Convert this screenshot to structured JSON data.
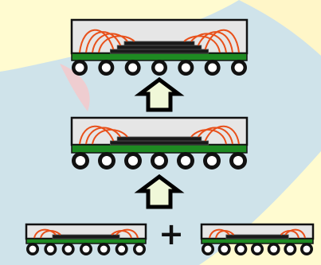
{
  "diagram": {
    "operator_symbol": "+",
    "colors": {
      "mold": "#e6e6e6",
      "substrate": "#1e8a22",
      "die": "#1a1a1a",
      "wire": "#e8501a",
      "ball_fill": "#ffffff",
      "ball_stroke": "#111111",
      "arrow_fill": "#f0f8d8",
      "background_blue": "#cfe3ea",
      "background_yellow": "#fffbd0",
      "background_pink": "#f6c7c9"
    },
    "packages": [
      {
        "name": "top-package",
        "die_layers": 3,
        "solder_balls": 7
      },
      {
        "name": "middle-package",
        "die_layers": 2,
        "solder_balls": 7
      },
      {
        "name": "bottom-left-package",
        "die_layers": 1,
        "solder_balls": 7
      },
      {
        "name": "bottom-right-package",
        "die_layers": 1,
        "solder_balls": 7
      }
    ],
    "arrows": [
      {
        "name": "upper-arrow",
        "direction": "up"
      },
      {
        "name": "lower-arrow",
        "direction": "up"
      }
    ]
  }
}
